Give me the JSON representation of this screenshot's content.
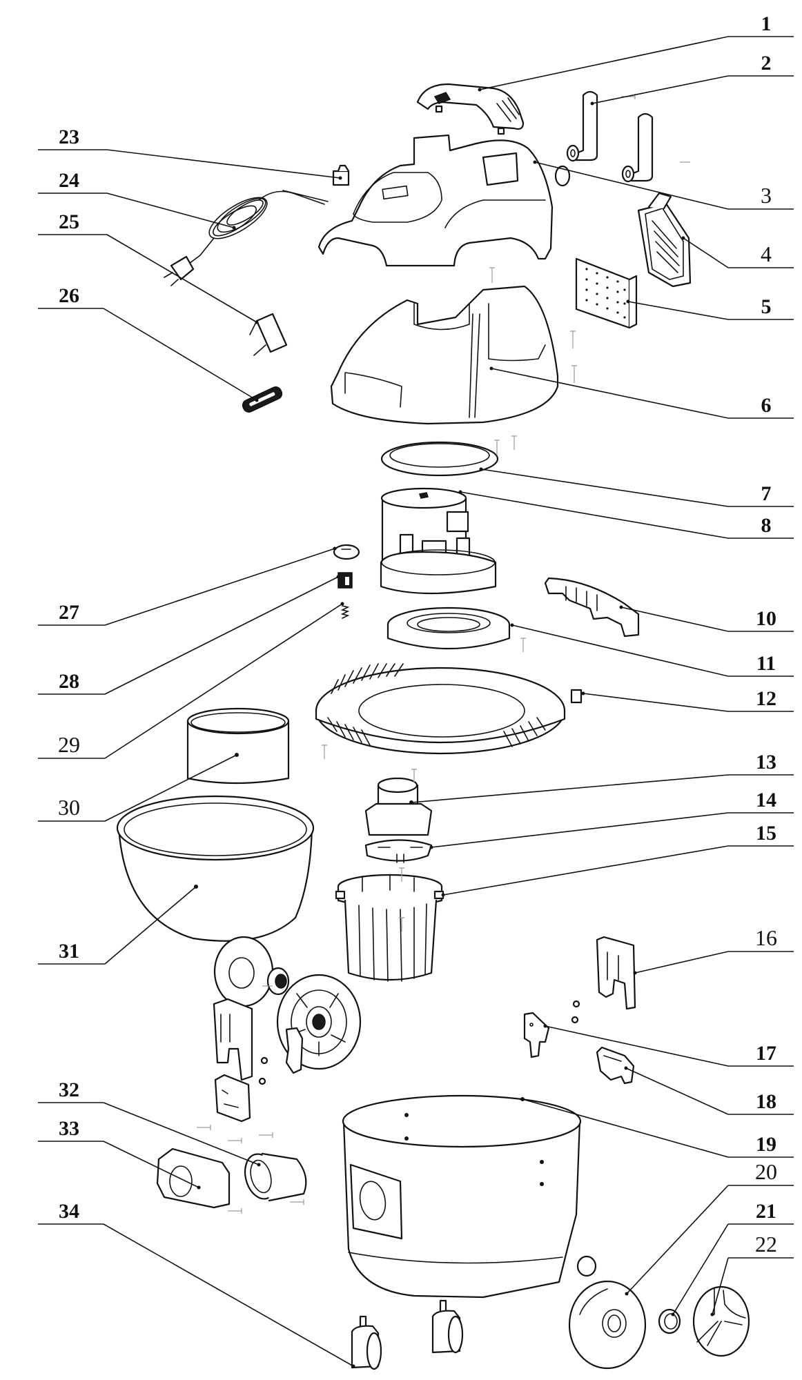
{
  "diagram": {
    "title": "Exploded parts view",
    "callouts": [
      {
        "id": "1",
        "label": "1",
        "style": "bold",
        "side": "right"
      },
      {
        "id": "2",
        "label": "2",
        "style": "bold",
        "side": "right"
      },
      {
        "id": "3",
        "label": "3",
        "style": "thin",
        "side": "right"
      },
      {
        "id": "4",
        "label": "4",
        "style": "thin",
        "side": "right"
      },
      {
        "id": "5",
        "label": "5",
        "style": "bold",
        "side": "right"
      },
      {
        "id": "6",
        "label": "6",
        "style": "bold",
        "side": "right"
      },
      {
        "id": "7",
        "label": "7",
        "style": "bold",
        "side": "right"
      },
      {
        "id": "8",
        "label": "8",
        "style": "bold",
        "side": "right"
      },
      {
        "id": "10",
        "label": "10",
        "style": "bold",
        "side": "right"
      },
      {
        "id": "11",
        "label": "11",
        "style": "bold",
        "side": "right"
      },
      {
        "id": "12",
        "label": "12",
        "style": "bold",
        "side": "right"
      },
      {
        "id": "13",
        "label": "13",
        "style": "bold",
        "side": "right"
      },
      {
        "id": "14",
        "label": "14",
        "style": "bold",
        "side": "right"
      },
      {
        "id": "15",
        "label": "15",
        "style": "bold",
        "side": "right"
      },
      {
        "id": "16",
        "label": "16",
        "style": "thin",
        "side": "right"
      },
      {
        "id": "17",
        "label": "17",
        "style": "bold",
        "side": "right"
      },
      {
        "id": "18",
        "label": "18",
        "style": "bold",
        "side": "right"
      },
      {
        "id": "19",
        "label": "19",
        "style": "bold",
        "side": "right"
      },
      {
        "id": "20",
        "label": "20",
        "style": "thin",
        "side": "right"
      },
      {
        "id": "21",
        "label": "21",
        "style": "bold",
        "side": "right"
      },
      {
        "id": "22",
        "label": "22",
        "style": "thin",
        "side": "right"
      },
      {
        "id": "23",
        "label": "23",
        "style": "bold",
        "side": "left"
      },
      {
        "id": "24",
        "label": "24",
        "style": "bold",
        "side": "left"
      },
      {
        "id": "25",
        "label": "25",
        "style": "bold",
        "side": "left"
      },
      {
        "id": "26",
        "label": "26",
        "style": "bold",
        "side": "left"
      },
      {
        "id": "27",
        "label": "27",
        "style": "bold",
        "side": "left"
      },
      {
        "id": "28",
        "label": "28",
        "style": "bold",
        "side": "left"
      },
      {
        "id": "29",
        "label": "29",
        "style": "thin",
        "side": "left"
      },
      {
        "id": "30",
        "label": "30",
        "style": "thin",
        "side": "left"
      },
      {
        "id": "31",
        "label": "31",
        "style": "bold",
        "side": "left"
      },
      {
        "id": "32",
        "label": "32",
        "style": "bold",
        "side": "left"
      },
      {
        "id": "33",
        "label": "33",
        "style": "bold",
        "side": "left"
      },
      {
        "id": "34",
        "label": "34",
        "style": "bold",
        "side": "left"
      }
    ]
  }
}
